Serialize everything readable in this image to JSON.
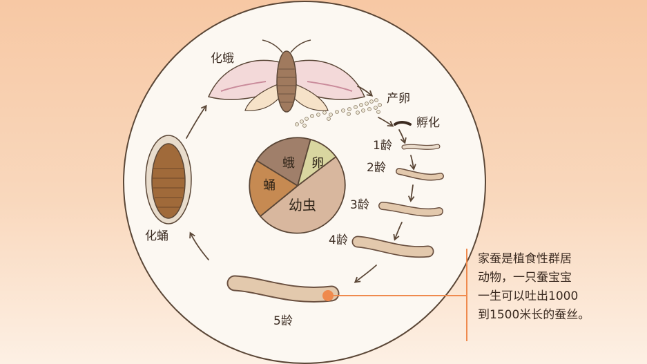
{
  "stages": {
    "moth": "化蛾",
    "lay_eggs": "产卵",
    "hatch": "孵化",
    "instar1": "1龄",
    "instar2": "2龄",
    "instar3": "3龄",
    "instar4": "4龄",
    "instar5": "5龄",
    "pupate": "化蛹"
  },
  "pie": {
    "labels": {
      "moth": "蛾",
      "egg": "卵",
      "larva": "幼虫",
      "pupa": "蛹"
    },
    "colors": {
      "moth": "#a07f6a",
      "egg": "#d9d6a0",
      "larva": "#d8b79e",
      "pupa": "#c68a52"
    }
  },
  "note": {
    "lines": [
      "家蚕是植食性群居",
      "动物，一只蚕宝宝",
      "一生可以吐出1000",
      "到1500米长的蚕丝。"
    ]
  },
  "colors": {
    "accent": "#ef8a4e",
    "circle_fill": "#fcf8f2",
    "outline": "#5a4636"
  }
}
